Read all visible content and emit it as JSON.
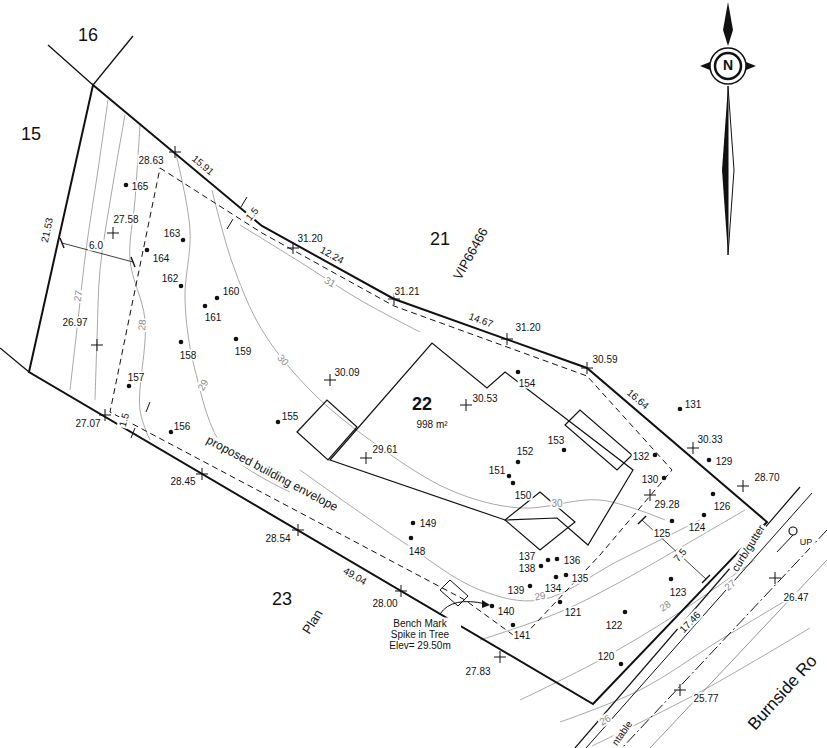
{
  "diagram": {
    "nodes": [
      {
        "text": [
          "22",
          "998 m²"
        ]
      }
    ],
    "labels": [
      "16",
      "15",
      "21",
      "VIP66466",
      "23",
      "Plan",
      "Burnside Ro",
      "curb/gutter",
      "UP",
      "ntable",
      "21.53",
      "15.91",
      "12.24",
      "14.67",
      "16.64",
      "17.46",
      "49.04",
      "6.0",
      "1.5",
      "1.5",
      "7.5",
      "28.63",
      "27.58",
      "31.20",
      "31.21",
      "31.20",
      "30.59",
      "30.33",
      "28.70",
      "29.28",
      "26.47",
      "25.77",
      "27.83",
      "28.00",
      "28.54",
      "28.45",
      "27.07",
      "26.97",
      "30.09",
      "30.53",
      "29.61",
      "proposed building envelope",
      "Bench Mark Spike in Tree Elev= 29.50m",
      "N",
      "27",
      "28",
      "29",
      "30",
      "31",
      "30",
      "29",
      "28",
      "27",
      "26",
      "120",
      "121",
      "122",
      "123",
      "124",
      "125",
      "126",
      "129",
      "130",
      "131",
      "132",
      "134",
      "135",
      "136",
      "137",
      "138",
      "139",
      "140",
      "141",
      "148",
      "149",
      "150",
      "151",
      "152",
      "153",
      "154",
      "155",
      "156",
      "157",
      "158",
      "159",
      "160",
      "161",
      "162",
      "163",
      "164",
      "165"
    ]
  }
}
